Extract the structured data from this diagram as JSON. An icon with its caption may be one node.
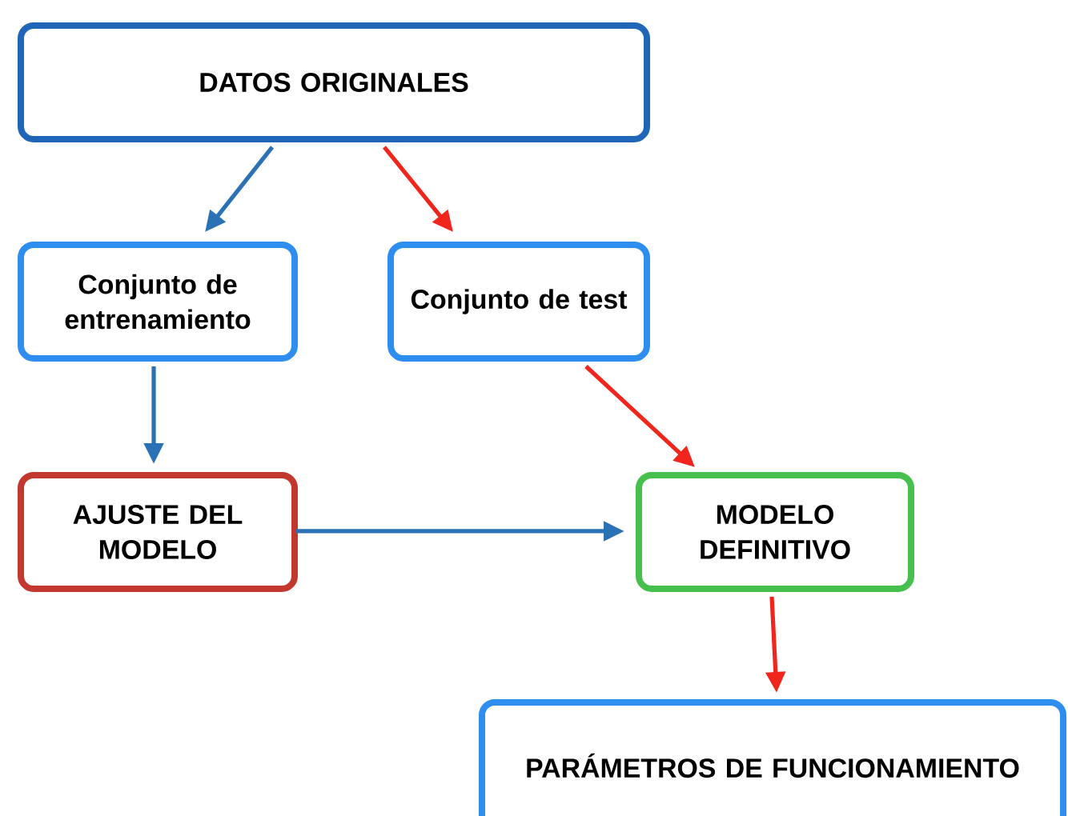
{
  "diagram": {
    "nodes": [
      {
        "text": [
          "DATOS ORIGINALES"
        ]
      },
      {
        "text": [
          "Conjunto de entrenamiento"
        ]
      },
      {
        "text": [
          "Conjunto de test"
        ]
      },
      {
        "text": [
          "AJUSTE DEL MODELO"
        ]
      },
      {
        "text": [
          "MODELO DEFINITIVO"
        ]
      },
      {
        "text": [
          "PARÁMETROS DE FUNCIONAMIENTO"
        ]
      }
    ],
    "edges": [
      {
        "from": 0,
        "to": 1,
        "arrow": "to",
        "color": "#2a72b5"
      },
      {
        "from": 0,
        "to": 2,
        "arrow": "to",
        "color": "#f0251c"
      },
      {
        "from": 1,
        "to": 3,
        "arrow": "to",
        "color": "#2a72b5"
      },
      {
        "from": 2,
        "to": 4,
        "arrow": "to",
        "color": "#f0251c"
      },
      {
        "from": 3,
        "to": 4,
        "arrow": "to",
        "color": "#2a72b5"
      },
      {
        "from": 4,
        "to": 5,
        "arrow": "to",
        "color": "#f0251c"
      }
    ]
  }
}
